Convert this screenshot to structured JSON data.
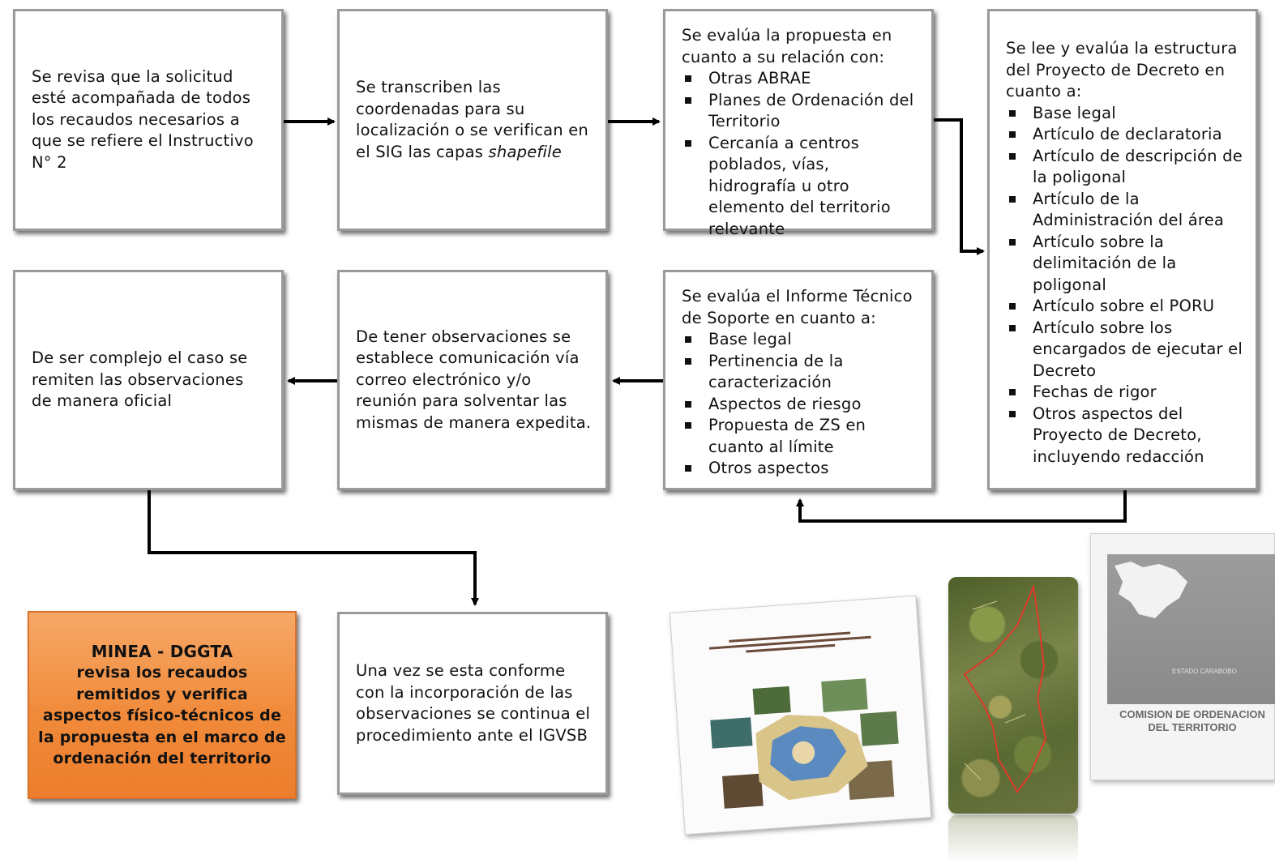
{
  "colors": {
    "box_border": "#9a9a9a",
    "arrow": "#000000",
    "highlight_box": "#f08a3a"
  },
  "row1": {
    "box1": {
      "text": "Se revisa que la solicitud esté acompañada de todos los recaudos necesarios a que se refiere el Instructivo N° 2"
    },
    "box2": {
      "text": "Se transcriben las coordenadas para su localización o se verifican en el SIG las capas",
      "text_italic": "shapefile"
    },
    "box3": {
      "intro": "Se evalúa la propuesta en cuanto a su relación con:",
      "items": [
        "Otras ABRAE",
        "Planes de Ordenación del Territorio",
        "Cercanía a centros poblados, vías, hidrografía u otro elemento del territorio relevante"
      ]
    },
    "box4": {
      "intro": "Se lee y evalúa la estructura del Proyecto de Decreto en cuanto a:",
      "items": [
        "Base legal",
        "Artículo de declaratoria",
        "Artículo de descripción de la poligonal",
        "Artículo de la Administración del área",
        "Artículo sobre la delimitación de la poligonal",
        "Artículo sobre el PORU",
        "Artículo sobre los encargados de ejecutar el Decreto",
        "Fechas de rigor",
        "Otros aspectos del Proyecto de Decreto, incluyendo redacción"
      ]
    }
  },
  "row2": {
    "box5": {
      "text": "De ser complejo el caso se remiten las observaciones de manera oficial"
    },
    "box6": {
      "text": "De tener observaciones se establece comunicación vía correo electrónico y/o reunión para solventar las mismas de manera expedita."
    },
    "box7": {
      "intro": "Se evalúa el Informe Técnico de Soporte en cuanto a:",
      "items": [
        "Base legal",
        "Pertinencia de la caracterización",
        "Aspectos de riesgo",
        "Propuesta de ZS en cuanto al límite",
        "Otros aspectos"
      ]
    }
  },
  "row3": {
    "orange_box": {
      "title": "MINEA - DGGTA",
      "body": "revisa los recaudos remitidos y verifica aspectos físico-técnicos de la propuesta en el marco de ordenación del territorio"
    },
    "box8": {
      "text": "Una vez se esta conforme con la incorporación de las observaciones se continua el procedimiento ante el IGVSB"
    }
  },
  "thumbnails": {
    "doc2_label": "ESTADO CARABOBO",
    "doc2_title": "COMISION DE ORDENACION DEL TERRITORIO"
  }
}
